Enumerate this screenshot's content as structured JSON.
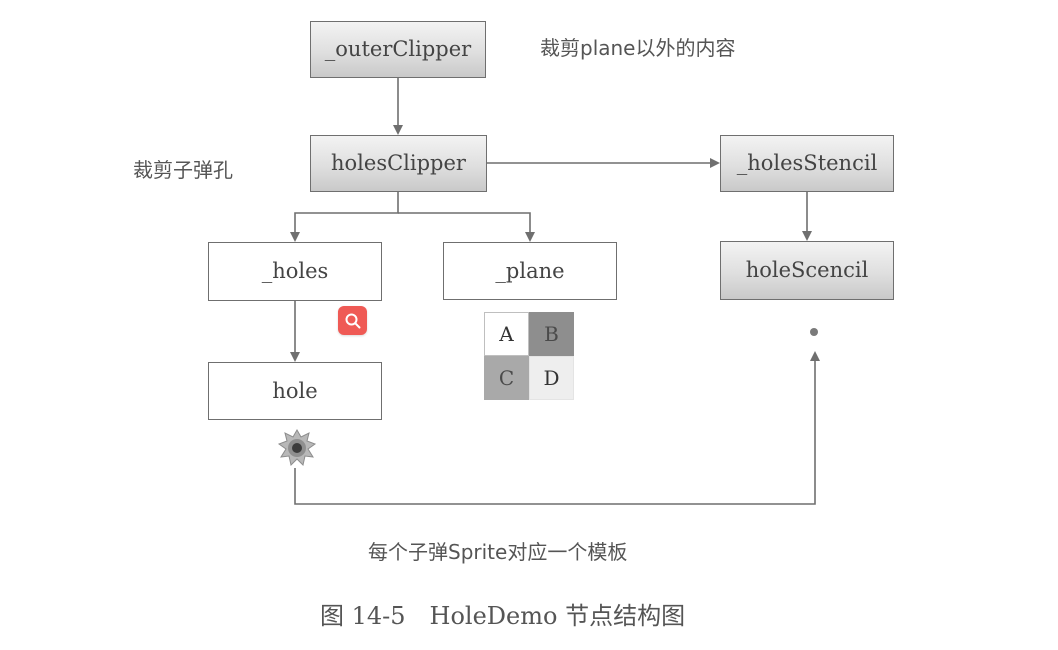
{
  "nodes": {
    "outer_clipper": "_outerClipper",
    "holes_clipper": "holesClipper",
    "holes_stencil": "_holesStencil",
    "holes": "_holes",
    "plane": "_plane",
    "hole_scencil": "holeScencil",
    "hole": "hole"
  },
  "notes": {
    "outer_clipper_note": "裁剪plane以外的内容",
    "holes_clipper_note": "裁剪子弹孔",
    "bottom_note": "每个子弹Sprite对应一个模板"
  },
  "plane_tiles": [
    "A",
    "B",
    "C",
    "D"
  ],
  "caption": "图 14-5　HoleDemo 节点结构图",
  "icons": {
    "search_badge": "search-icon",
    "bullet_hole": "bullet-hole-icon",
    "stencil_dot": "dot-marker"
  },
  "colors": {
    "gray_node_top": "#f3f3f3",
    "gray_node_bottom": "#c9c9c9",
    "line": "#6f6f6f",
    "badge": "#ef5a55"
  }
}
